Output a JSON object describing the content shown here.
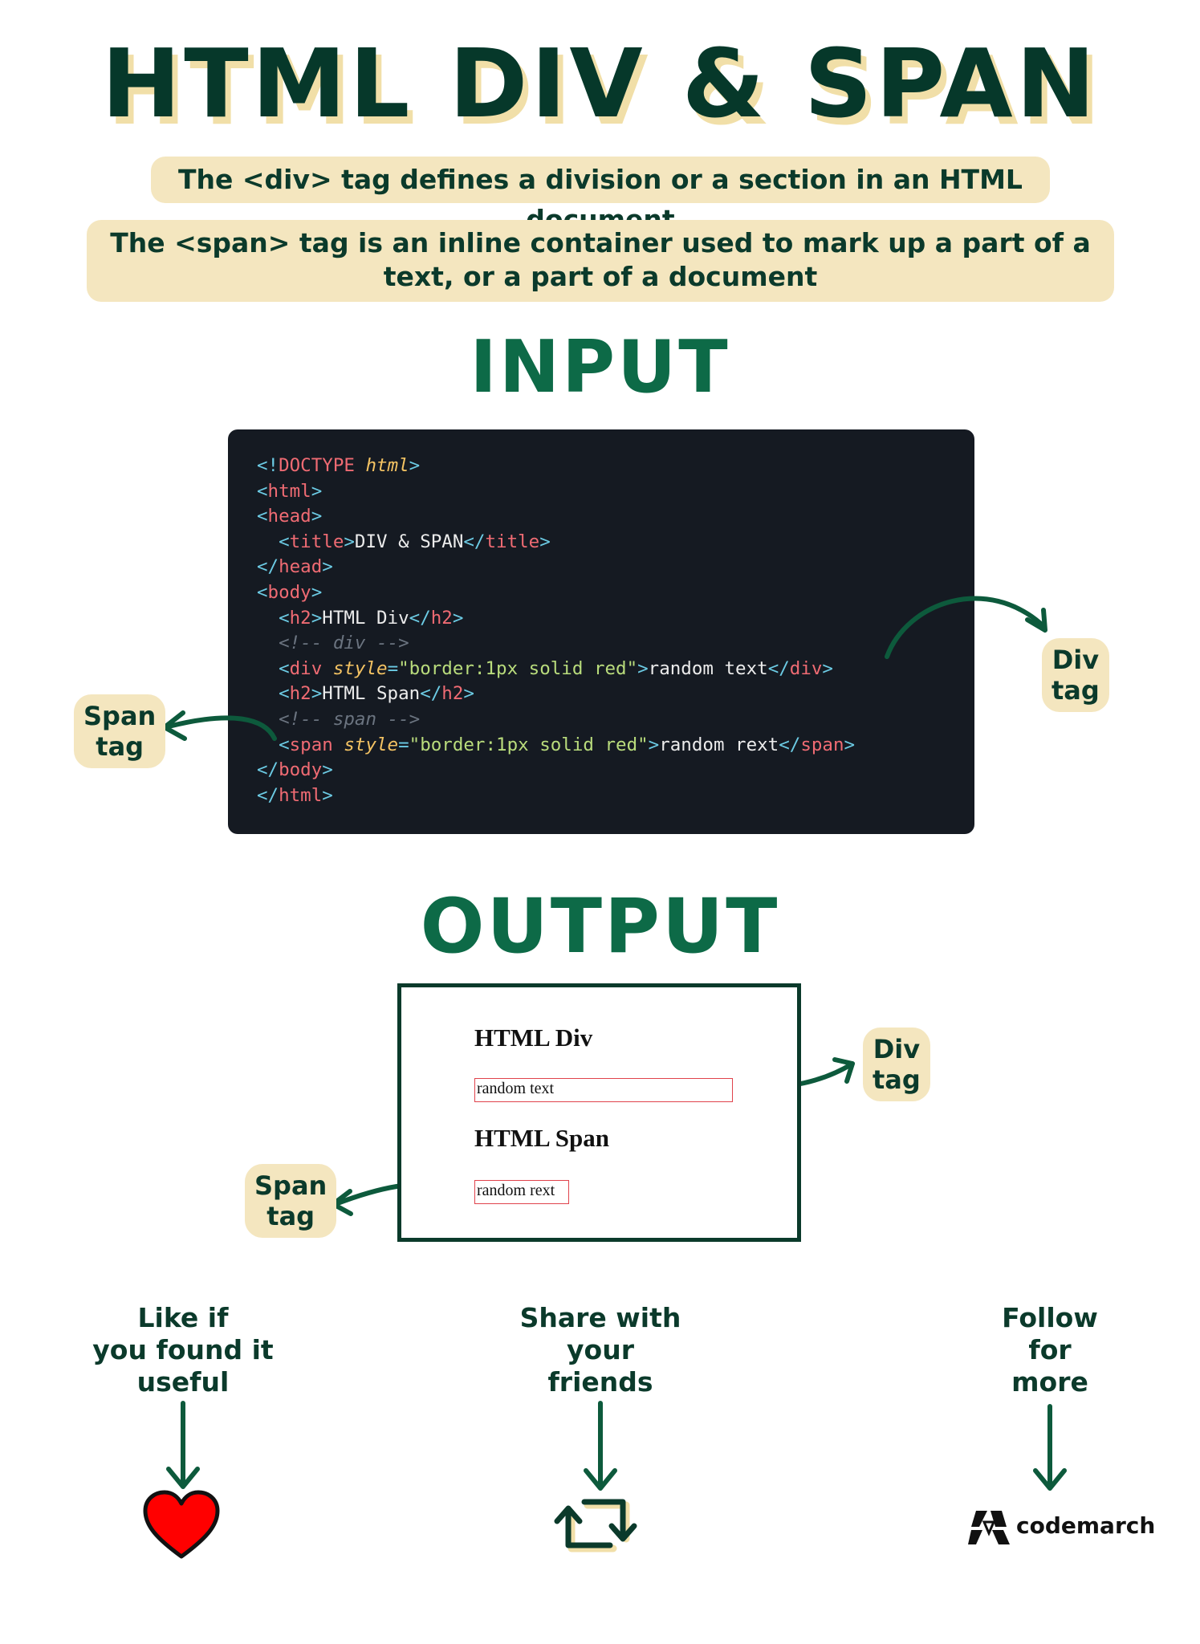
{
  "title": "HTML DIV & SPAN",
  "descriptions": {
    "div": "The <div> tag defines a division or a section in an HTML document",
    "span": "The <span> tag is an inline container used to mark up a part of a text, or a part of a document"
  },
  "sections": {
    "input": "INPUT",
    "output": "OUTPUT"
  },
  "code": {
    "doctype_open": "<!",
    "doctype_kw": "DOCTYPE",
    "doctype_html": "html",
    "title_text": "DIV & SPAN",
    "h2_div": "HTML Div",
    "comment_div": "<!-- div -->",
    "style_attr": "style",
    "style_value": "\"border:1px solid red\"",
    "div_text": "random text",
    "h2_span": "HTML Span",
    "comment_span": "<!-- span -->",
    "span_text": "random rext"
  },
  "labels": {
    "div_tag": [
      "Div",
      "tag"
    ],
    "span_tag": [
      "Span",
      "tag"
    ]
  },
  "output": {
    "h2_div": "HTML Div",
    "div_text": "random text",
    "h2_span": "HTML Span",
    "span_text": "random rext"
  },
  "cta": {
    "like": [
      "Like if",
      "you found it",
      "useful"
    ],
    "share": [
      "Share with",
      "your",
      "friends"
    ],
    "follow": [
      "Follow",
      "for",
      "more"
    ]
  },
  "brand": "codemarch",
  "icons": [
    "arrow-icon",
    "heart-icon",
    "repost-icon",
    "codemarch-logo-icon"
  ],
  "colors": {
    "dark_green": "#06382a",
    "accent_green": "#0d6a47",
    "highlight": "#f4e6bf",
    "code_bg": "#151a22",
    "heart": "#ff0000"
  }
}
